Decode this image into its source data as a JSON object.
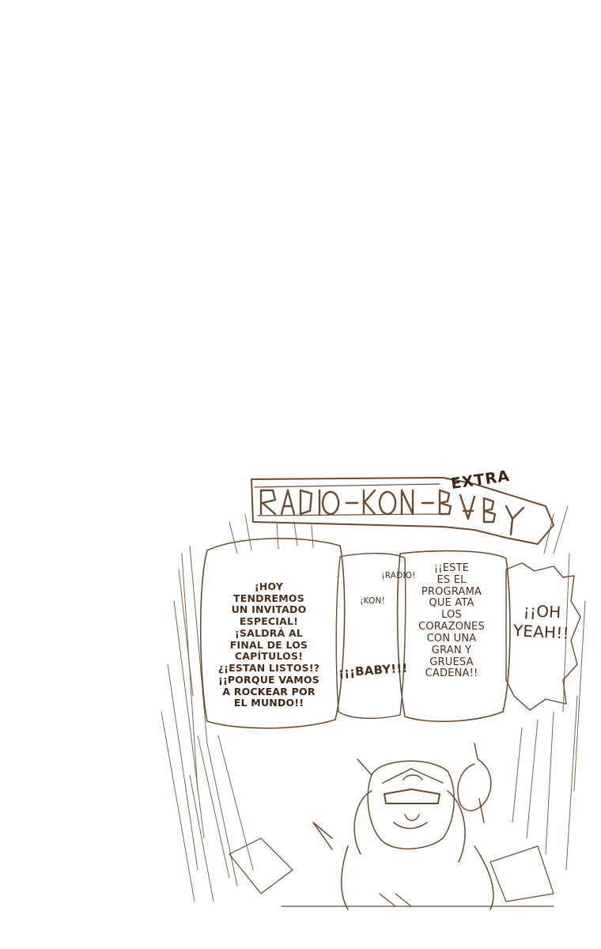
{
  "title": {
    "extra": "EXTRA",
    "main": "RADIO-KON-BABY"
  },
  "bubbles": {
    "left": {
      "line1": "¡HOY\nTENDREMOS\nUN INVITADO\nESPECIAL!\n¡SALDRÁ AL\nFINAL DE LOS\nCAPÍTULOS!\n¿¡ESTAN LISTOS!?",
      "line2": "¡¡PORQUE VAMOS\nA ROCKEAR POR\nEL MUNDO!!"
    },
    "radio": "¡RADIO!",
    "kon": "¡KON!",
    "baby": "¡¡¡BABY!!!",
    "middle": "¡¡ESTE\nES EL\nPROGRAMA\nQUE ATA\nLOS\nCORAZONES\nCON UNA\nGRAN Y\nGRUESA\nCADENA!!",
    "right": "¡¡OH\nYEAH!!"
  },
  "colors": {
    "ink": "#5a3a22",
    "background": "#ffffff"
  }
}
